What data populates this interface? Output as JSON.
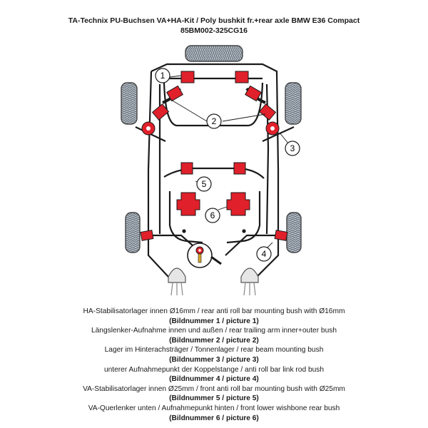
{
  "header": {
    "title": "TA-Technix PU-Buchsen VA+HA-Kit / Poly bushkit fr.+rear axle BMW E36 Compact",
    "part_number": "85BM002-325CG16"
  },
  "callouts": [
    "1",
    "2",
    "3",
    "4",
    "5",
    "6"
  ],
  "colors": {
    "bush_red": "#e0202a",
    "outline": "#1a1a1a",
    "tyre": "#9aa3ad",
    "background": "#ffffff"
  },
  "captions": [
    {
      "text": "HA-Stabilisatorlager innen Ø16mm / rear anti roll bar mounting bush with Ø16mm",
      "picture": "(Bildnummer 1 / picture 1)"
    },
    {
      "text": "Längslenker-Aufnahme innen und außen / rear trailing arm inner+outer bush",
      "picture": "(Bildnummer 2 / picture 2)"
    },
    {
      "text": "Lager im Hinterachsträger / Tonnenlager / rear beam mounting bush",
      "picture": "(Bildnummer 3 / picture 3)"
    },
    {
      "text": "unterer Aufnahmepunkt der Koppelstange / anti roll bar link rod bush",
      "picture": "(Bildnummer 4 / picture 4)"
    },
    {
      "text": "VA-Stabilisatorlager innen Ø25mm / front anti roll bar mounting bush with Ø25mm",
      "picture": "(Bildnummer 5 / picture 5)"
    },
    {
      "text": "VA-Querlenker unten / Aufnahmepunkt hinten / front lower wishbone rear bush",
      "picture": "(Bildnummer 6 / picture 6)"
    }
  ]
}
